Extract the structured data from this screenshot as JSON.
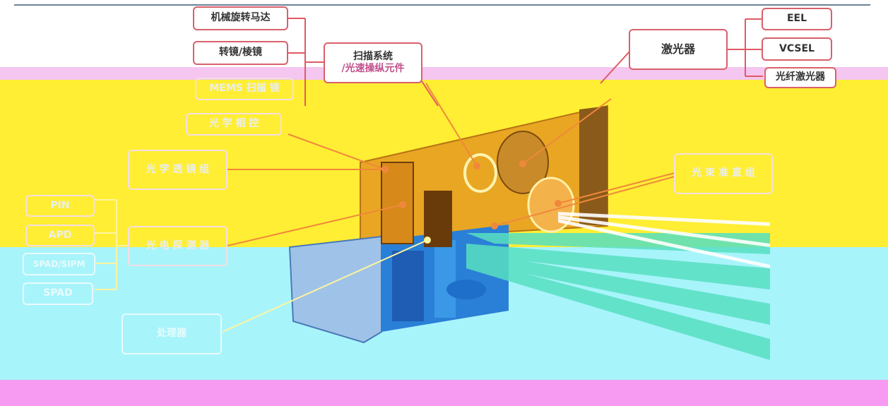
{
  "colors": {
    "accent_border": "#d9606b",
    "connector": "#e05a64",
    "band_pink": "#f4c6f0",
    "band_yellow": "#ffee33",
    "band_cyan": "#a8f4fb",
    "band_magenta": "#f79af2"
  },
  "scan": {
    "mechanical_motor": "机械旋转马达",
    "mirror_prism": "转镜/棱镜",
    "mems_faint": "MEMS 扫描 镜",
    "item4_faint": "光 学 相 控",
    "title": "扫描系统",
    "subtitle": "/光速操纵元件"
  },
  "laser": {
    "title": "激光器",
    "eel": "EEL",
    "vcsel": "VCSEL",
    "fiber": "光纤激光器"
  },
  "faint_labels": {
    "left_upper": "光 学 透 镜 组",
    "right_middle": "光 束 准 直 组",
    "left_middle": "光 电 探 测 器",
    "pin": "PIN",
    "apd": "APD",
    "spad_sipm": "SPAD/SIPM",
    "single": "SPAD",
    "processor": "处理器"
  }
}
